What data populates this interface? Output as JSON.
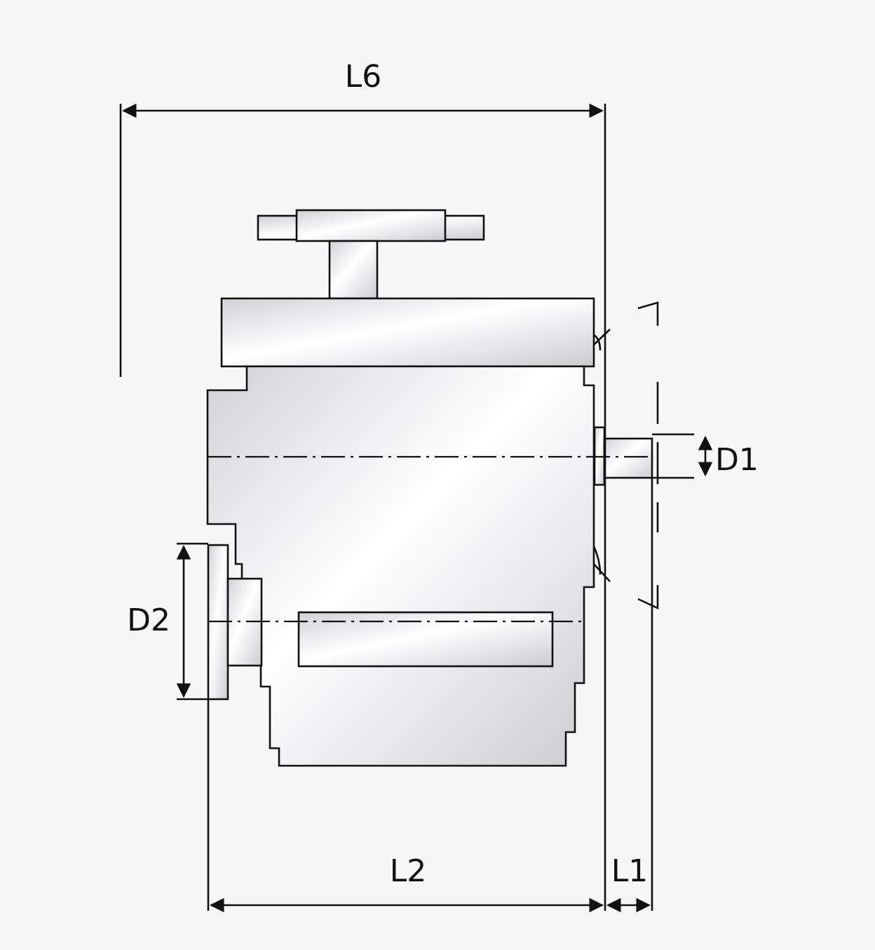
{
  "drawing": {
    "labels": {
      "l6": "L6",
      "l2": "L2",
      "l1": "L1",
      "d1": "D1",
      "d2": "D2"
    },
    "colors": {
      "background": "#f7f7f7",
      "line": "#111111",
      "metal_light": "#ffffff",
      "metal_dark": "#cfd2d6"
    }
  }
}
